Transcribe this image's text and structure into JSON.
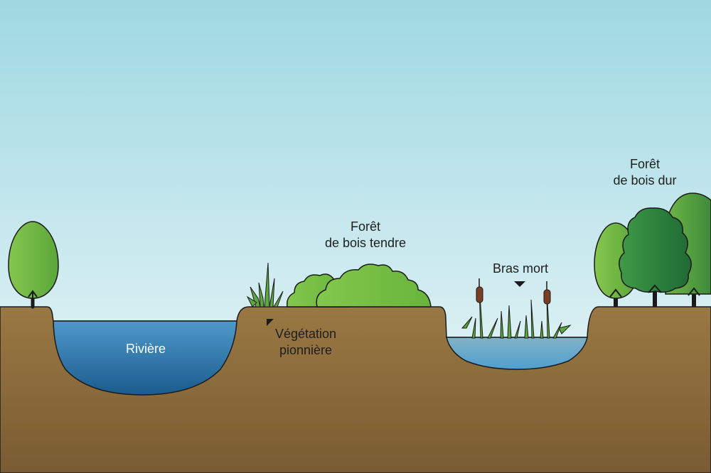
{
  "labels": {
    "riviere": "Rivière",
    "vegetation_pionniere": [
      "Végétation",
      "pionnière"
    ],
    "foret_bois_tendre": [
      "Forêt",
      "de bois tendre"
    ],
    "bras_mort": "Bras mort",
    "foret_bois_dur": [
      "Forêt",
      "de bois dur"
    ]
  },
  "colors": {
    "sky_top": "#9fd8e2",
    "sky_bottom": "#f1f9fa",
    "soil_top": "#997842",
    "soil_bottom": "#7a5c33",
    "river_top": "#4e99c9",
    "river_bottom": "#1b5b8e",
    "oxbow_top": "#82b2c5",
    "oxbow_bottom": "#4f9fd1",
    "light_green": "#76bc45",
    "dark_green": "#2d7d3e",
    "trunk": "#6b4a2b"
  }
}
